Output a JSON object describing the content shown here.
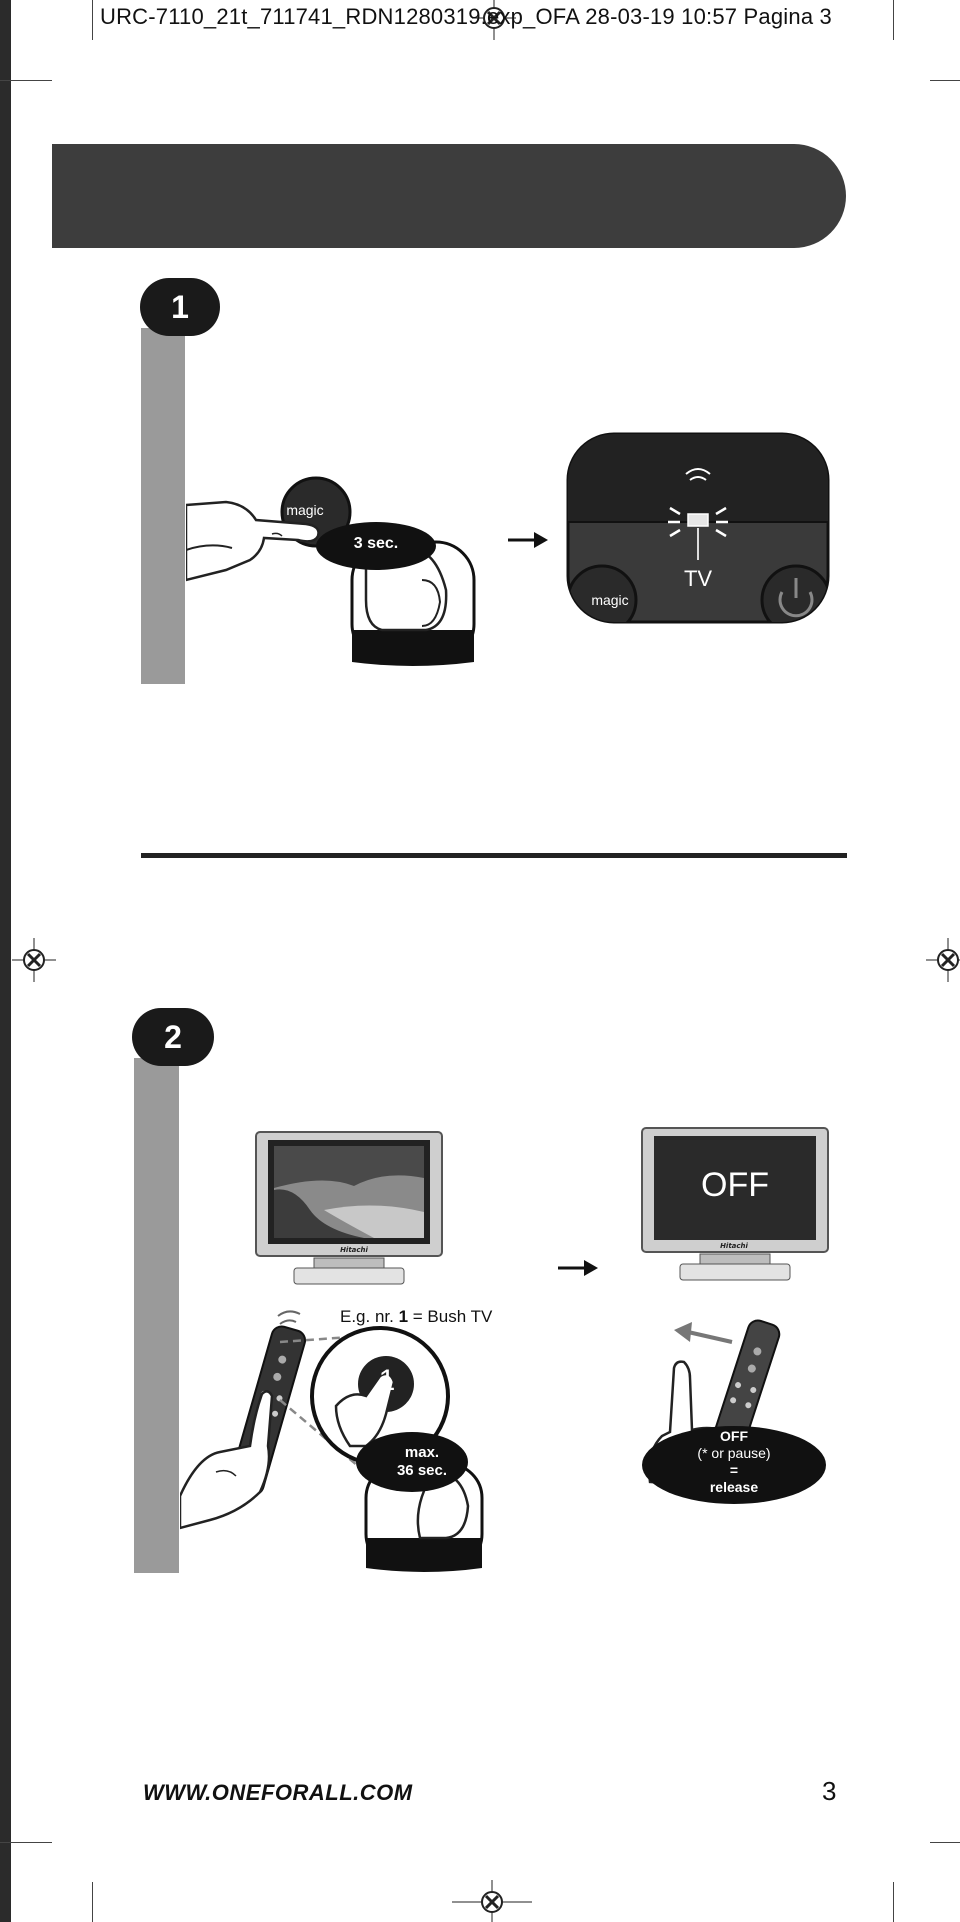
{
  "header": {
    "slug": "URC-7110_21t_711741_RDN1280319.exp_OFA  28-03-19  10:57  Pagina 3"
  },
  "steps": [
    {
      "number": "1",
      "magic_label": "magic",
      "hold_label": "3 sec.",
      "indicator_label": "TV",
      "panel_magic_label": "magic"
    },
    {
      "number": "2",
      "example_prefix": "E.g. nr. ",
      "example_number": "1",
      "example_suffix": " = Bush TV",
      "keypad_digit": "1",
      "max_label_line1": "max.",
      "max_label_line2": "36 sec.",
      "tv_brand": "Hitachi",
      "tv_off_text": "OFF",
      "release_line1": "OFF",
      "release_line2": "(* or pause)",
      "release_line3": "=",
      "release_line4": "release"
    }
  ],
  "footer": {
    "url": "WWW.ONEFORALL.COM",
    "page_number": "3"
  },
  "colors": {
    "banner": "#3d3d3d",
    "rail": "#9a9a9a",
    "badge": "#1a1a1a"
  },
  "icons": [
    "registration-mark-icon",
    "hand-icon",
    "remote-control-icon",
    "tv-icon",
    "arrow-right-icon",
    "power-icon",
    "signal-waves-icon"
  ]
}
